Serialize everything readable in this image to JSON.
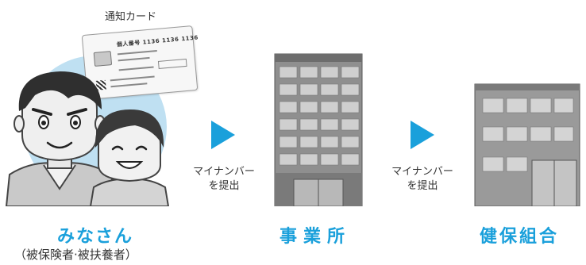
{
  "card": {
    "label": "通知カード",
    "title": "個人番号 1136 1136 1136"
  },
  "people": {
    "label": "みなさん",
    "sublabel": "（被保険者·被扶養者）"
  },
  "steps": [
    {
      "text_line1": "マイナンバー",
      "text_line2": "を提出"
    },
    {
      "text_line1": "マイナンバー",
      "text_line2": "を提出"
    }
  ],
  "office": {
    "label": "事業所"
  },
  "union": {
    "label": "健保組合"
  },
  "colors": {
    "accent": "#1aa0db",
    "circle": "#bfe0f2",
    "text": "#333333"
  },
  "icons": [
    "people-illustration",
    "notification-card",
    "arrow-right-icon",
    "office-building",
    "health-union-building"
  ]
}
